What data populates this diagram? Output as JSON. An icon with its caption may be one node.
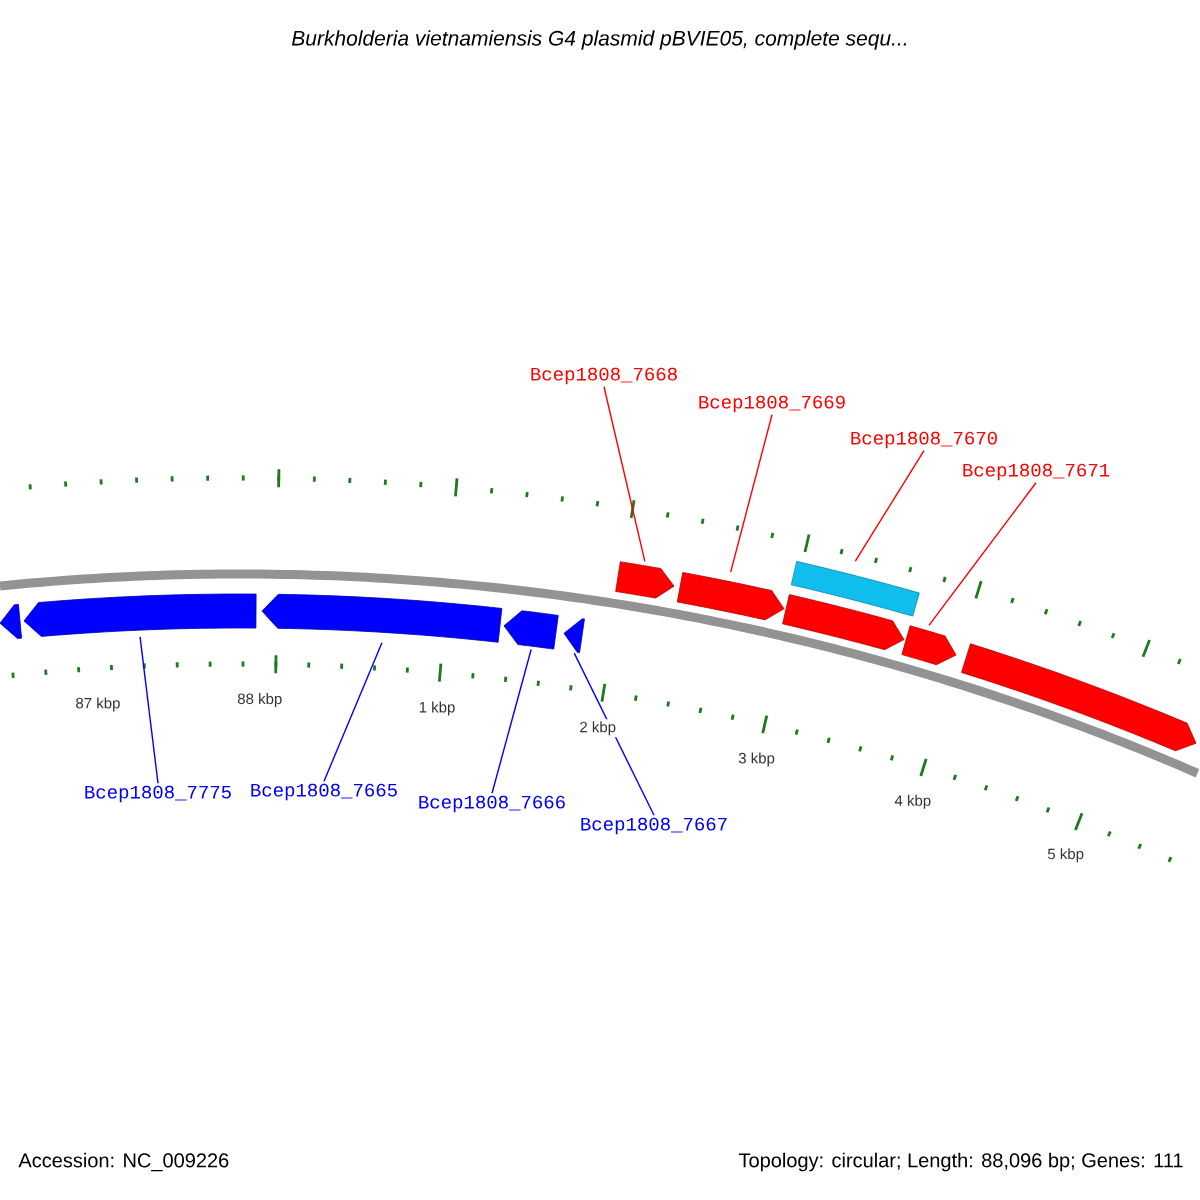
{
  "diagram": {
    "title": "Burkholderia vietnamiensis G4 plasmid pBVIE05, complete sequ...",
    "nodes": [
      {
        "text": [
          "Bcep1808_7668"
        ]
      },
      {
        "text": [
          "Bcep1808_7669"
        ]
      },
      {
        "text": [
          "Bcep1808_7670"
        ]
      },
      {
        "text": [
          "Bcep1808_7671"
        ]
      },
      {
        "text": [],
        "shape": "arrow"
      },
      {
        "text": [],
        "shape": "arrow"
      },
      {
        "text": [],
        "shape": "arrow"
      },
      {
        "text": [],
        "shape": "arrow"
      },
      {
        "text": [],
        "shape": "arrow"
      },
      {
        "text": [],
        "shape": "arrow"
      },
      {
        "text": [],
        "shape": "arrow"
      },
      {
        "text": [],
        "shape": "box"
      },
      {
        "text": [],
        "shape": "arrow"
      },
      {
        "text": [],
        "shape": "arrow"
      },
      {
        "text": [],
        "shape": "arrow"
      },
      {
        "text": [
          "Bcep1808_7775"
        ]
      },
      {
        "text": [
          "Bcep1808_7665"
        ]
      },
      {
        "text": [
          "Bcep1808_7666"
        ]
      },
      {
        "text": [
          "Bcep1808_7667"
        ]
      }
    ],
    "edges": [
      {
        "from": 0,
        "to": 9,
        "arrow": "none",
        "color": "#ff0000"
      },
      {
        "from": 1,
        "to": 10,
        "arrow": "none",
        "color": "#ff0000"
      },
      {
        "from": 2,
        "to": 11,
        "arrow": "none",
        "color": "#ff0000"
      },
      {
        "from": 3,
        "to": 13,
        "arrow": "none",
        "color": "#ff0000"
      },
      {
        "from": 15,
        "to": 5,
        "arrow": "none",
        "color": "#0000ff"
      },
      {
        "from": 16,
        "to": 6,
        "arrow": "none",
        "color": "#0000ff"
      },
      {
        "from": 17,
        "to": 7,
        "arrow": "none",
        "color": "#0000ff"
      },
      {
        "from": 18,
        "to": 8,
        "arrow": "none",
        "color": "#0000ff"
      }
    ],
    "labels": [
      "87 kbp",
      "88 kbp",
      "1 kbp",
      "2 kbp",
      "3 kbp",
      "4 kbp",
      "5 kbp",
      "Accession: NC_009226",
      "Topology: circular; Length: 88,096 bp; Genes: 111"
    ]
  }
}
